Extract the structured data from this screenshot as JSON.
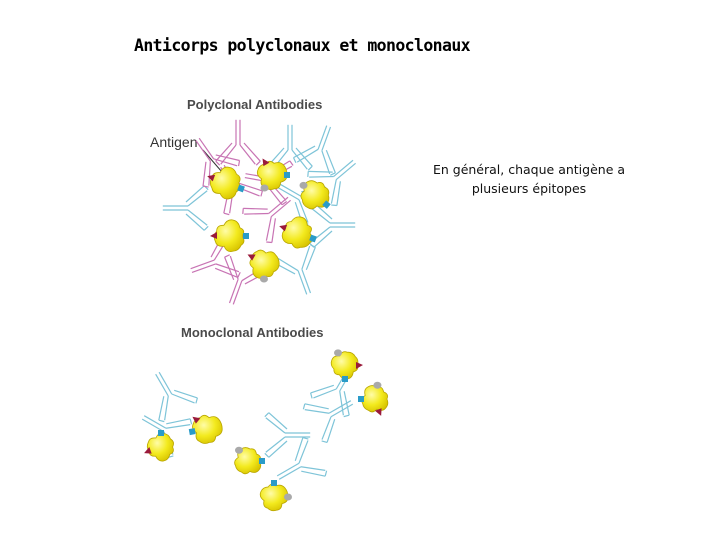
{
  "slide": {
    "title": "Anticorps polyclonaux et monoclonaux",
    "caption_line1": "En général, chaque antigène a",
    "caption_line2": "plusieurs épitopes"
  },
  "figure": {
    "polyclonal_label": "Polyclonal Antibodies",
    "monoclonal_label": "Monoclonal Antibodies",
    "antigen_label": "Antigen",
    "colors": {
      "antigen_fill": "#f2ea1c",
      "antigen_stroke": "#b9a600",
      "antibody_pink": "#c874b4",
      "antibody_blue": "#7ec4d8",
      "epitope_blue": "#2a9bc8",
      "epitope_red": "#9a1a3a",
      "epitope_gray": "#a9a9a9"
    }
  }
}
